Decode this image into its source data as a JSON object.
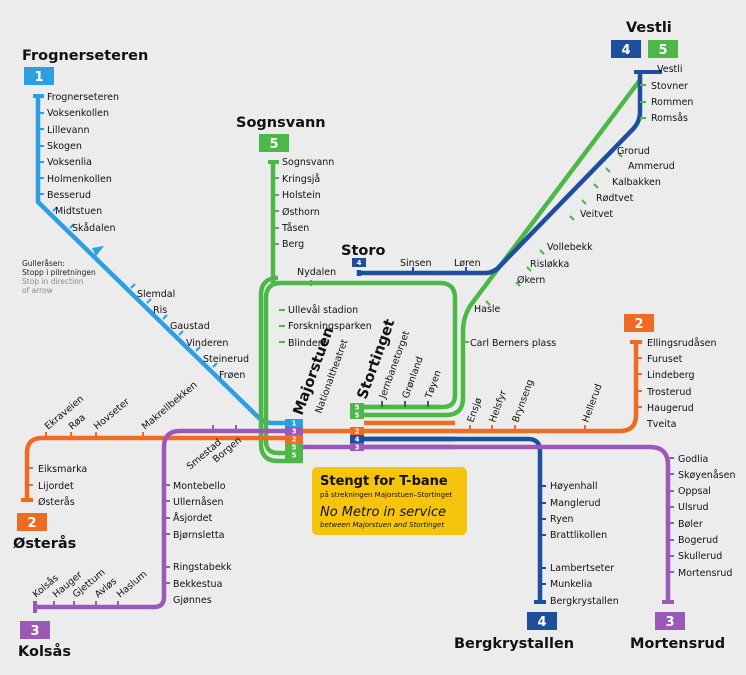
{
  "colors": {
    "line1": "#2b9fe0",
    "line2": "#ef6a23",
    "line3": "#9b59b6",
    "line4": "#1d4f9c",
    "line5": "#4cb848",
    "notice_bg": "#f6c40c",
    "background": "#ececec"
  },
  "terminals": {
    "frognerseteren": "Frognerseteren",
    "vestli": "Vestli",
    "sognsvann": "Sognsvann",
    "osteras": "Østerås",
    "kolsas": "Kolsås",
    "bergkrystallen": "Bergkrystallen",
    "mortensrud": "Mortensrud"
  },
  "badges": {
    "frognerseteren": "1",
    "vestli_4": "4",
    "vestli_5": "5",
    "sognsvann": "5",
    "ellingsrudasen": "2",
    "osteras": "2",
    "kolsas": "3",
    "bergkrystallen": "4",
    "mortensrud": "3",
    "storo_small": "4"
  },
  "hubs": {
    "storo": "Storo",
    "majorstuen": "Majorstuen",
    "stortinget": "Stortinget"
  },
  "trunk_numbers": [
    "1",
    "3",
    "2",
    "5",
    "5"
  ],
  "stortinget_numbers": [
    "5",
    "5",
    "2",
    "4",
    "3"
  ],
  "line1_stations": [
    "Frognerseteren",
    "Voksenkollen",
    "Lillevann",
    "Skogen",
    "Voksenlia",
    "Holmenkollen",
    "Besserud",
    "Midtstuen",
    "Skådalen",
    "Slemdal",
    "Ris",
    "Gaustad",
    "Vinderen",
    "Steinerud",
    "Frøen"
  ],
  "note": {
    "line1": "Gulleråsen:",
    "line2": "Stopp i pilretningen",
    "line3": "Stop in direction",
    "line4": "of arrow"
  },
  "line5_west_stations": [
    "Sognsvann",
    "Kringsjå",
    "Holstein",
    "Østhorn",
    "Tåsen",
    "Berg",
    "Nydalen",
    "Ullevål stadion",
    "Forskningsparken",
    "Blindern"
  ],
  "ring_stations": [
    "Sinsen",
    "Løren",
    "Hasle",
    "Carl Berners plass"
  ],
  "east_stations": [
    "Vestli",
    "Stovner",
    "Rommen",
    "Romsås",
    "Grorud",
    "Ammerud",
    "Kalbakken",
    "Rødtvet",
    "Veitvet",
    "Vollebekk",
    "Risløkka",
    "Økern"
  ],
  "center_stations": [
    "Nationaltheatret",
    "Jernbanetorget",
    "Grønland",
    "Tøyen",
    "Ensjø",
    "Helsfyr",
    "Brynseng",
    "Hellerud"
  ],
  "line2_east_stations": [
    "Ellingsrudåsen",
    "Furuset",
    "Lindeberg",
    "Trosterud",
    "Haugerud",
    "Tveita"
  ],
  "line2_west_stations": [
    "Eiksmarka",
    "Lijordet",
    "Østerås",
    "Ekraveien",
    "Røa",
    "Hovseter",
    "Makrellbekken"
  ],
  "line3_west_stations": [
    "Smestad",
    "Borgen",
    "Montebello",
    "Ullernåsen",
    "Åsjordet",
    "Bjørnsletta",
    "Ringstabekk",
    "Bekkestua",
    "Gjønnes",
    "Kolsås",
    "Hauger",
    "Gjettum",
    "Avløs",
    "Haslum"
  ],
  "line4_south_stations": [
    "Høyenhall",
    "Manglerud",
    "Ryen",
    "Brattlikollen",
    "Lambertseter",
    "Munkelia",
    "Bergkrystallen"
  ],
  "line3_south_stations": [
    "Godlia",
    "Skøyenåsen",
    "Oppsal",
    "Ulsrud",
    "Bøler",
    "Bogerud",
    "Skullerud",
    "Mortensrud"
  ],
  "notice": {
    "title": "Stengt for T-bane",
    "sub_no": "på strekningen Majorstuen–Stortinget",
    "title_en": "No Metro in service",
    "sub_en": "between Majorstuen and Stortinget"
  }
}
